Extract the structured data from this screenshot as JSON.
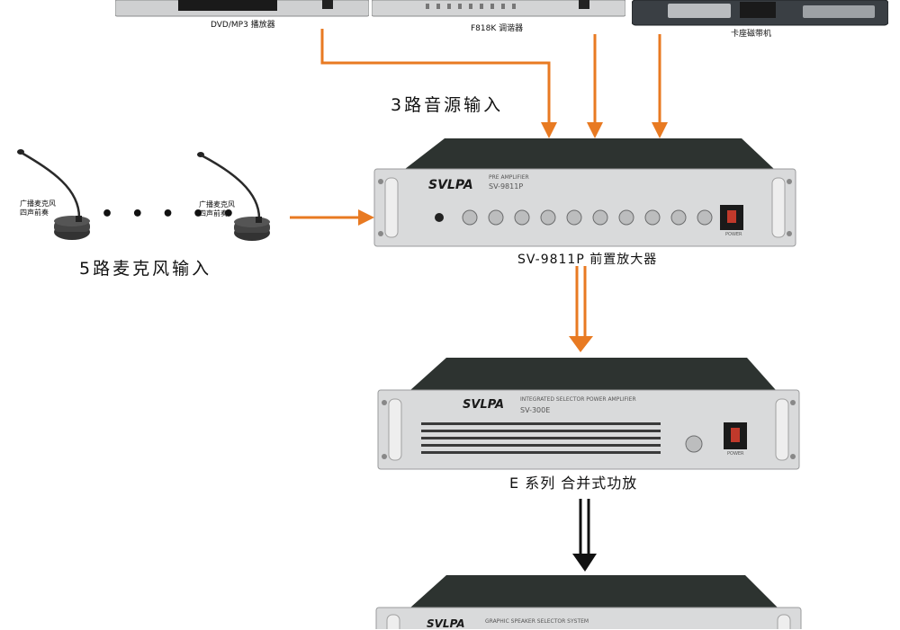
{
  "sources": {
    "dvd": {
      "label": "DVD/MP3 播放器"
    },
    "tuner": {
      "label": "F818K 调谐器"
    },
    "tape": {
      "label": "卡座磁带机"
    }
  },
  "labels": {
    "audio_input": "3路音源输入",
    "mic_input": "5路麦克风输入",
    "dots": "• • • • •",
    "mic1": {
      "line1": "广播麦克风",
      "line2": "四声前奏"
    },
    "mic2": {
      "line1": "广播麦克风",
      "line2": "四声前奏"
    }
  },
  "devices": {
    "preamp": {
      "brand": "SVLPA",
      "subtitle": "PRE AMPLIFIER",
      "model": "SV-9811P",
      "caption": "SV-9811P 前置放大器",
      "power_label": "POWER"
    },
    "amp": {
      "brand": "SVLPA",
      "subtitle": "INTEGRATED SELECTOR POWER AMPLIFIER",
      "model": "SV-300E",
      "caption": "E 系列 合并式功放",
      "power_label": "POWER"
    },
    "selector": {
      "brand": "SVLPA",
      "subtitle": "GRAPHIC SPEAKER SELECTOR SYSTEM"
    }
  },
  "colors": {
    "arrow_orange": "#e87a22",
    "arrow_black": "#111111",
    "panel_silver": "#d9dadb",
    "top_dark": "#2d3330"
  }
}
